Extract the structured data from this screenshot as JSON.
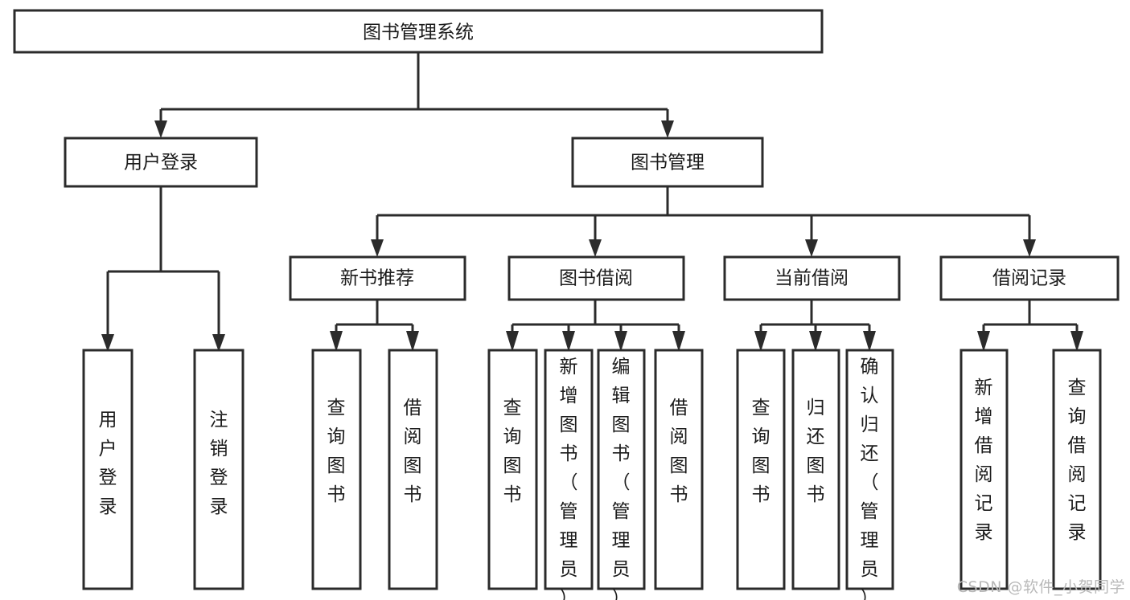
{
  "diagram": {
    "title": "图书管理系统",
    "type": "tree-hierarchy-chart",
    "background_color": "#ffffff",
    "line_color": "#2b2b2b",
    "box_fill": "#ffffff",
    "text_color": "#1b1b1b"
  },
  "nodes": {
    "root": {
      "label": "图书管理系统"
    },
    "level2": [
      {
        "label": "用户登录"
      },
      {
        "label": "图书管理"
      }
    ],
    "level3": [
      {
        "label": "新书推荐"
      },
      {
        "label": "图书借阅"
      },
      {
        "label": "当前借阅"
      },
      {
        "label": "借阅记录"
      }
    ],
    "leaves_user_login": [
      {
        "label": "用户登录"
      },
      {
        "label": "注销登录"
      }
    ],
    "leaves_new_book": [
      {
        "label": "查询图书"
      },
      {
        "label": "借阅图书"
      }
    ],
    "leaves_borrow": [
      {
        "label": "查询图书"
      },
      {
        "label": "新增图书（管理员）"
      },
      {
        "label": "编辑图书（管理员）"
      },
      {
        "label": "借阅图书"
      }
    ],
    "leaves_current": [
      {
        "label": "查询图书"
      },
      {
        "label": "归还图书"
      },
      {
        "label": "确认归还（管理员）"
      }
    ],
    "leaves_records": [
      {
        "label": "新增借阅记录"
      },
      {
        "label": "查询借阅记录"
      }
    ]
  },
  "watermark": {
    "text": "CSDN @软件_小贺同学"
  }
}
